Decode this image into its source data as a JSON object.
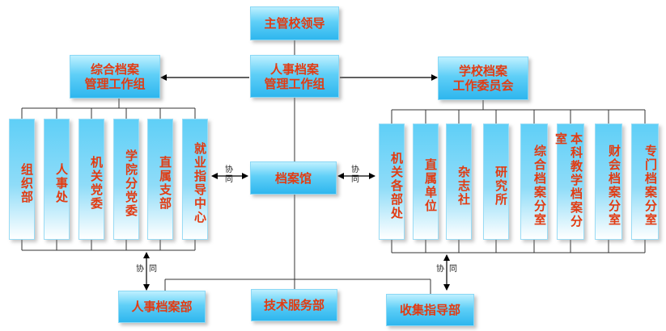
{
  "nodes": {
    "leader": "主管校领导",
    "personnel_group": "人事档案\n管理工作组",
    "general_group": "综合档案\n管理工作组",
    "school_committee": "学校档案\n工作委员会",
    "archives": "档案馆",
    "personnel_dept": "人事档案部",
    "tech_dept": "技术服务部",
    "collection_dept": "收集指导部"
  },
  "left_units": [
    "组织部",
    "人事处",
    "机关党委",
    "学院分党委",
    "直属支部",
    "就业指导中心"
  ],
  "right_units": [
    "机关各部处",
    "直属单位",
    "杂志社",
    "研究所",
    "综合档案分室",
    "本科教学档案分室",
    "财会档案分室",
    "专门档案分室"
  ],
  "coop_label": "协同"
}
